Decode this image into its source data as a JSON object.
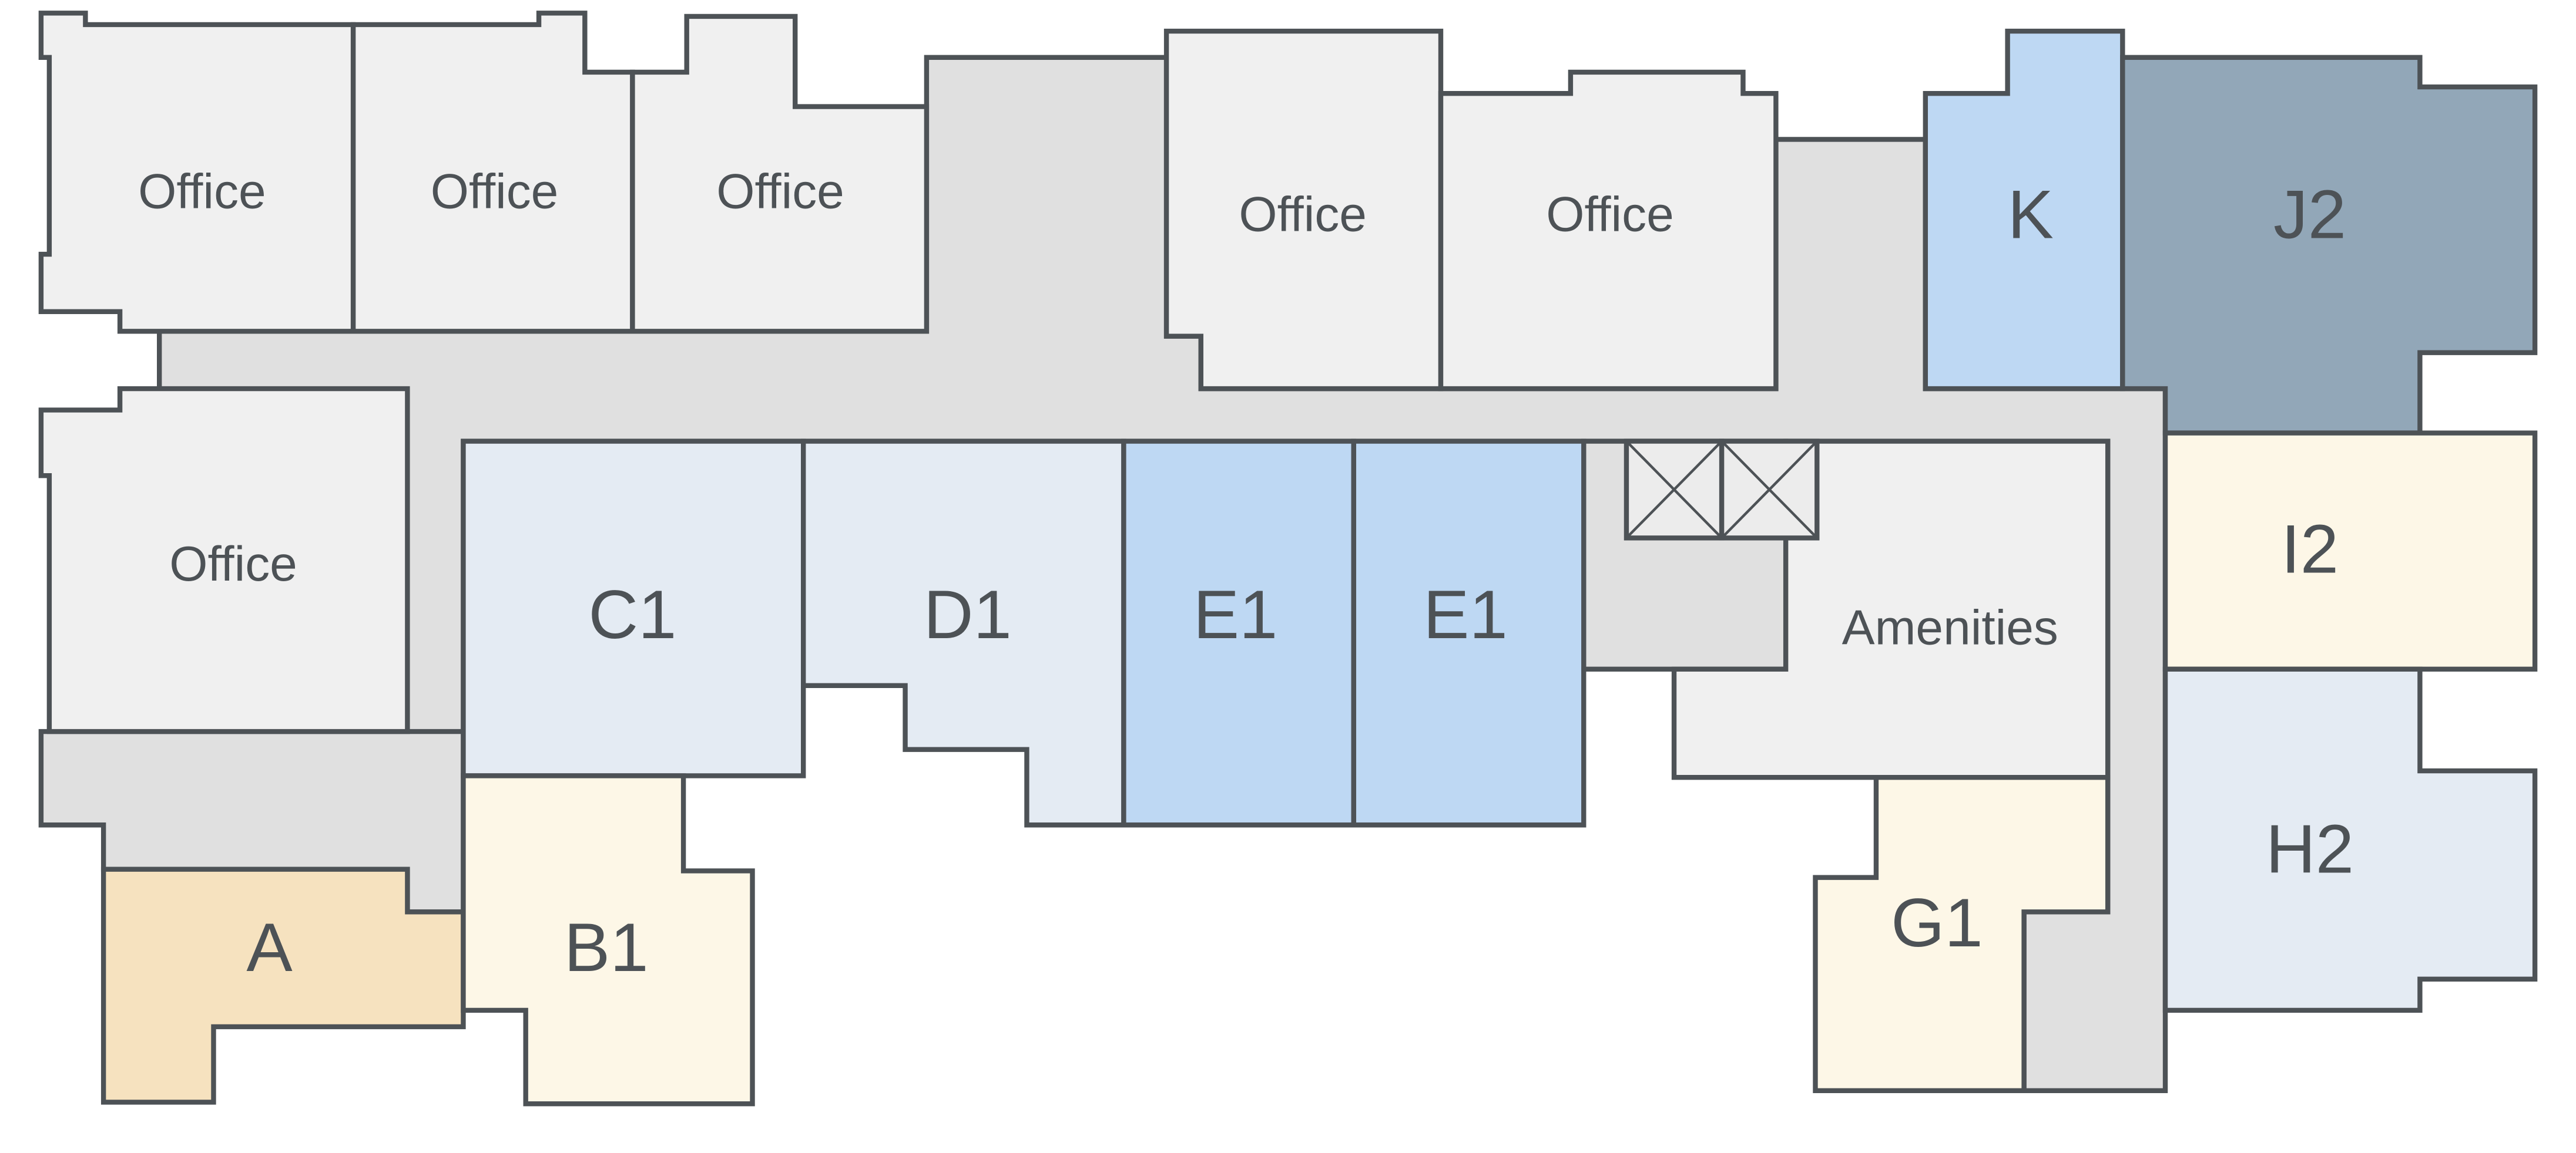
{
  "floor_plan": {
    "legend_colors": {
      "office": "#f0f0f0",
      "corridor": "#e0e0e0",
      "amenities": "#f0f0f0",
      "unit_a": "#f6e2bf",
      "unit_cream": "#fdf7e7",
      "unit_light_blue": "#e4ebf3",
      "unit_blue": "#bed8f3",
      "unit_slate": "#92a7b8",
      "outline": "#4d5256"
    },
    "rooms": {
      "office_1": "Office",
      "office_2": "Office",
      "office_3": "Office",
      "office_4": "Office",
      "office_5": "Office",
      "office_6": "Office",
      "unit_k": "K",
      "unit_j2": "J2",
      "unit_c1": "C1",
      "unit_d1": "D1",
      "unit_e1_left": "E1",
      "unit_e1_right": "E1",
      "amenities": "Amenities",
      "unit_i2": "I2",
      "unit_h2": "H2",
      "unit_a": "A",
      "unit_b1": "B1",
      "unit_g1": "G1"
    },
    "icons": {
      "elevator_1": "elevator-icon",
      "elevator_2": "elevator-icon"
    }
  }
}
